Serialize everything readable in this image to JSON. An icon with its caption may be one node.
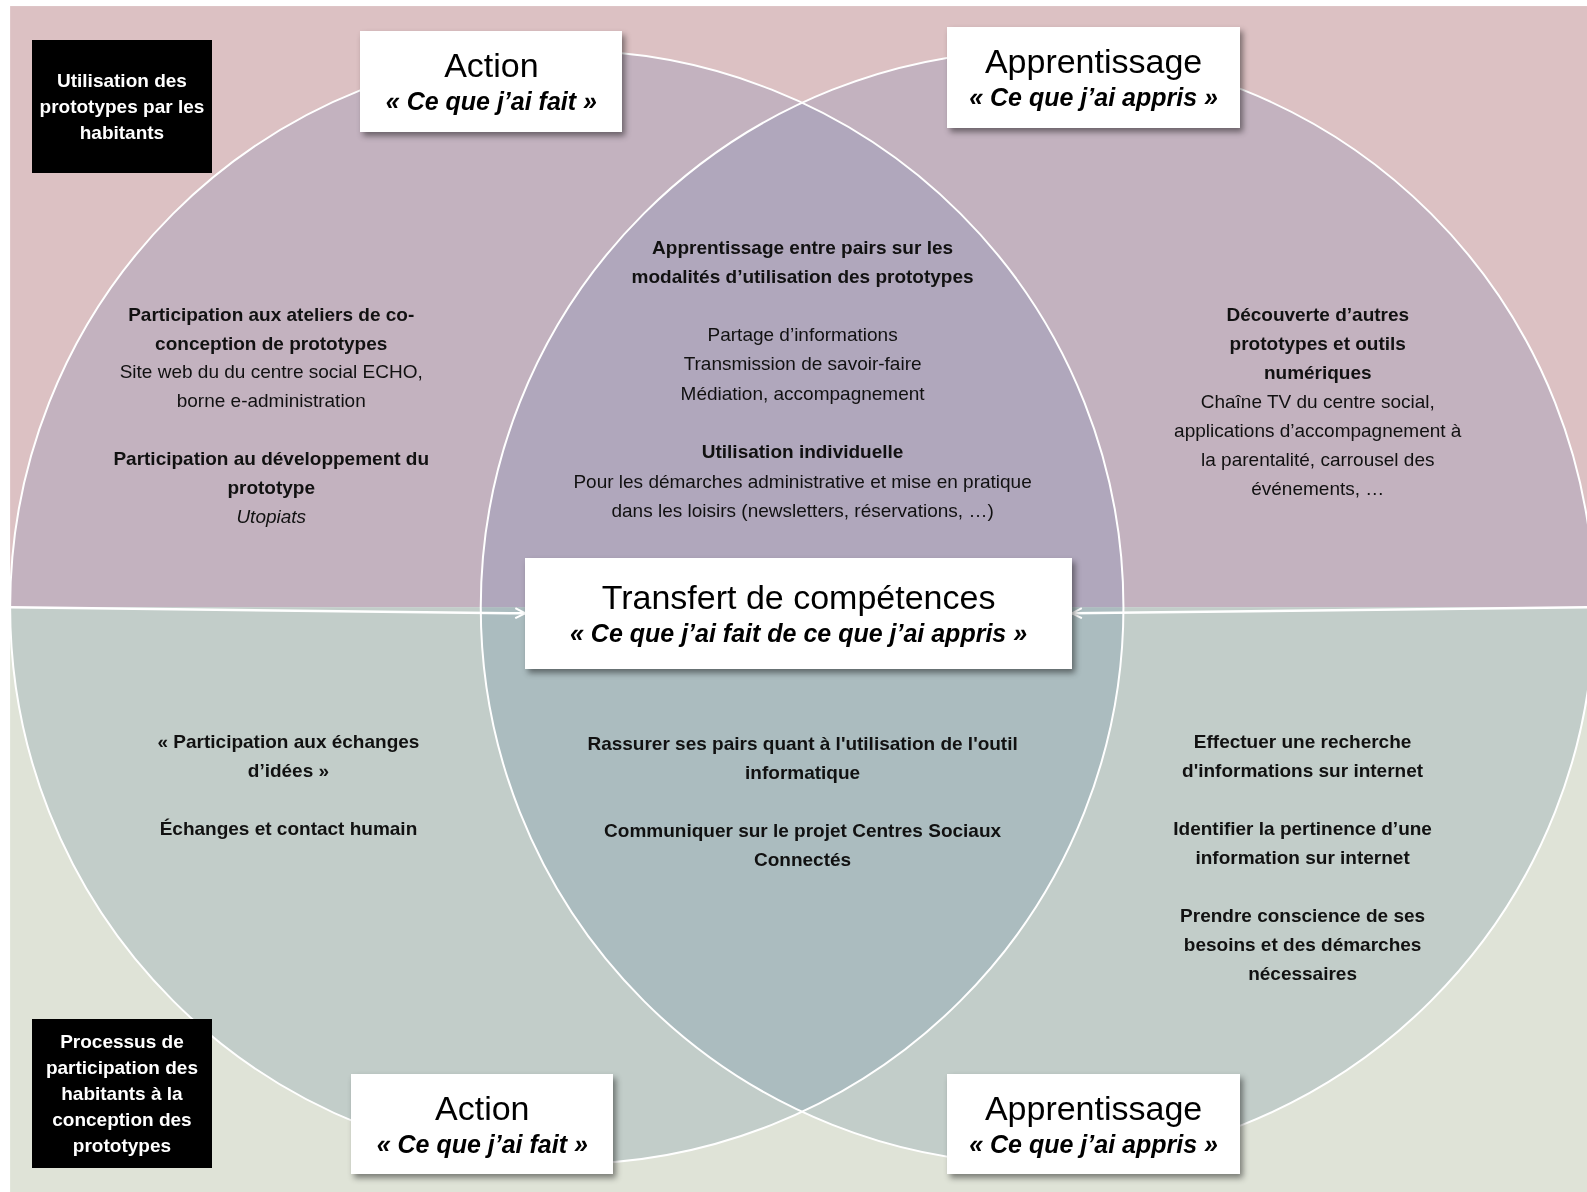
{
  "diagram": {
    "nodes": [
      {
        "text": [
          "Utilisation des prototypes par les habitants"
        ]
      },
      {
        "text": [
          "Action",
          "« Ce que j’ai fait »"
        ]
      },
      {
        "text": [
          "Apprentissage",
          "« Ce que j’ai appris »"
        ]
      },
      {
        "text": [
          "Transfert de compétences",
          "« Ce que j’ai fait de ce que j’ai appris »"
        ]
      },
      {
        "text": [
          "Action",
          "« Ce que j’ai fait »"
        ]
      },
      {
        "text": [
          "Apprentissage",
          "« Ce que j’ai appris »"
        ]
      },
      {
        "text": [
          "Processus de participation des habitants à la conception des prototypes"
        ]
      }
    ],
    "edges": [
      {
        "from": null,
        "to": 3,
        "arrow": "to"
      },
      {
        "from": null,
        "to": 3,
        "arrow": "to"
      }
    ],
    "labels": [
      "Participation aux ateliers de co-conception de prototypes",
      "Site web du du centre social ECHO, borne e-administration",
      "Participation au développement du prototype",
      "Utopiats",
      "Apprentissage entre pairs sur les modalités d’utilisation des prototypes",
      "Partage d’informations",
      "Transmission de savoir-faire",
      "Médiation, accompagnement",
      "Utilisation individuelle",
      "Pour les démarches administrative et mise en pratique dans les loisirs (newsletters, réservations, …)",
      "Découverte d’autres prototypes et outils numériques",
      "Chaîne TV du centre social, applications d’accompagnement à la parentalité, carrousel des événements, …",
      "« Participation aux échanges d’idées »",
      "Échanges et contact humain",
      "Rassurer ses pairs quant à l'utilisation de l'outil informatique",
      "Communiquer sur le projet Centres Sociaux Connectés",
      "Effectuer une recherche d'informations sur internet",
      "Identifier la pertinence d’une information sur internet",
      "Prendre conscience de ses besoins et des démarches nécessaires"
    ]
  }
}
